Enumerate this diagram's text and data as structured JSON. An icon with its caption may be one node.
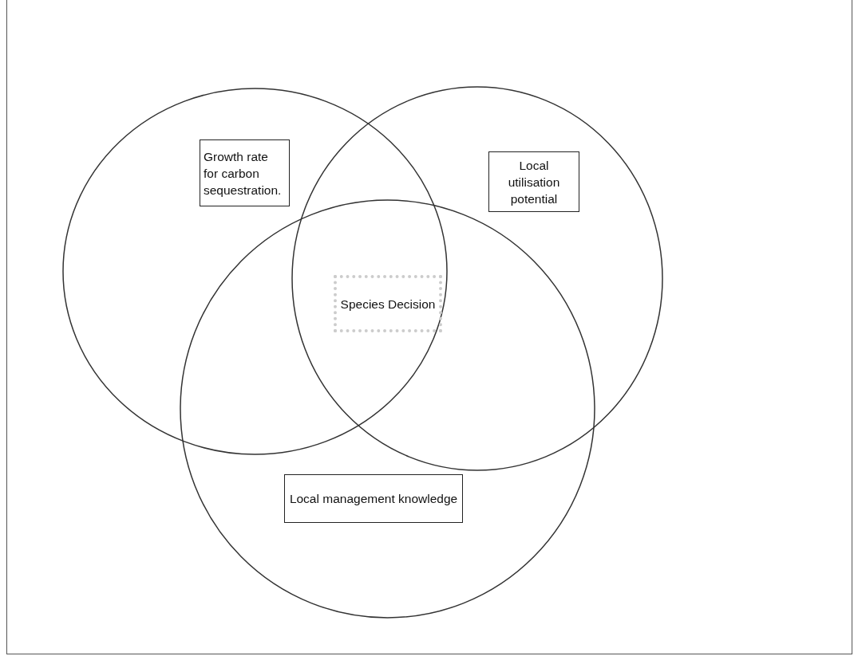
{
  "diagram": {
    "nodes": [
      {
        "text": [],
        "shape": "circle"
      },
      {
        "text": [
          "Growth rate for carbon sequestration."
        ],
        "in": 0
      },
      {
        "text": [],
        "shape": "circle"
      },
      {
        "text": [
          "Local utilisation potential"
        ],
        "in": 2
      },
      {
        "text": [
          "Species Decision"
        ]
      },
      {
        "text": [],
        "shape": "circle"
      },
      {
        "text": [
          "Local management knowledge"
        ],
        "in": 5
      }
    ]
  }
}
